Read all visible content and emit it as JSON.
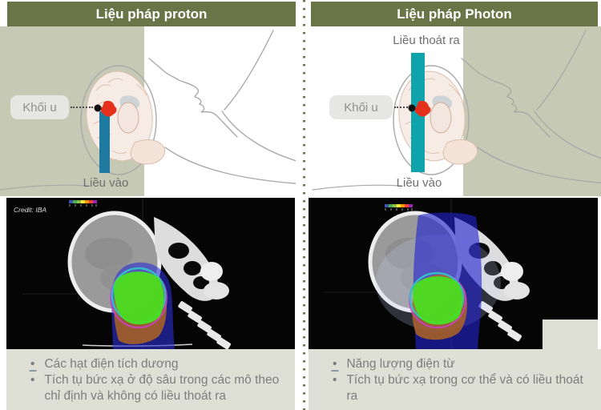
{
  "colors": {
    "header_bg": "#697547",
    "panel_sage_bg": "#c6c9b4",
    "footer_bg": "#dfe0d5",
    "divider_dot": "#6b7747",
    "proton_beam": "#1f7aa2",
    "photon_beam": "#0fa3ab",
    "tumor_red": "#e5301c",
    "label_gray": "#6f6f6f"
  },
  "left_panel": {
    "header_label": "Liệu pháp proton",
    "tumor_label": "Khối u",
    "entrance_dose_label": "Liều vào",
    "ct_credit": "Credit: IBA",
    "bullets": [
      "Các hạt điện tích dương",
      "Tích tụ bức xạ ở độ sâu trong các mô theo chỉ định và không có liều thoát ra"
    ]
  },
  "right_panel": {
    "header_label": "Liệu pháp Photon",
    "tumor_label": "Khối u",
    "entrance_dose_label": "Liều vào",
    "exit_dose_label": "Liều thoát ra",
    "bullets": [
      "Năng lượng điện từ",
      "Tích tụ bức xạ trong cơ thể và có liều thoát ra"
    ]
  }
}
